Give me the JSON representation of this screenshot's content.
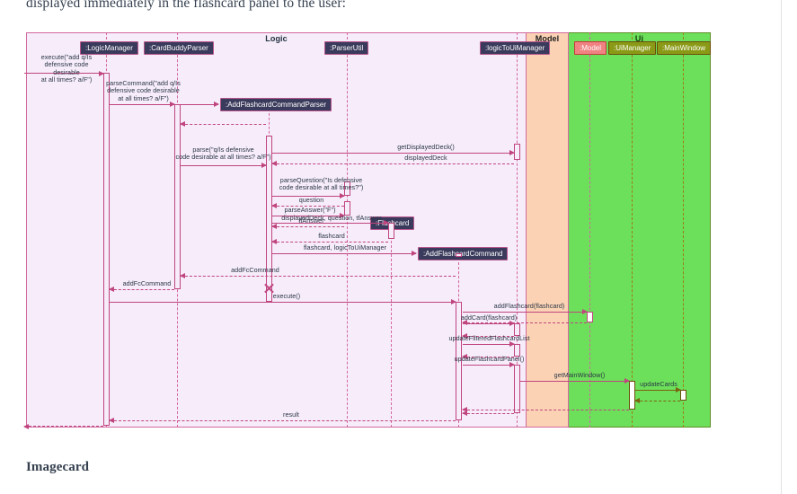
{
  "document": {
    "lead_text": "displayed immediately in the flashcard panel to the user:",
    "caption": "Imagecard"
  },
  "diagram": {
    "type": "uml-sequence-diagram",
    "packages": [
      {
        "name": "Logic",
        "label": "Logic",
        "color": "#f6ecfa",
        "border": "#d26a9e"
      },
      {
        "name": "Model",
        "label": "Model",
        "color": "#fbd3b4",
        "border": "#d26a9e"
      },
      {
        "name": "Ui",
        "label": "Ui",
        "color": "#6ce05a",
        "border": "#5f8f2a"
      }
    ],
    "participants": [
      {
        "id": "logicmanager",
        "label": ":LogicManager",
        "package": "Logic",
        "style": "logic"
      },
      {
        "id": "cardbuddyparser",
        "label": ":CardBuddyParser",
        "package": "Logic",
        "style": "logic"
      },
      {
        "id": "addflashcardcommandparser",
        "label": ":AddFlashcardCommandParser",
        "package": "Logic",
        "style": "logic"
      },
      {
        "id": "parserutil",
        "label": ":ParserUtil",
        "package": "Logic",
        "style": "logic"
      },
      {
        "id": "flashcard",
        "label": ":Flashcard",
        "package": "Logic",
        "style": "logic"
      },
      {
        "id": "addflashcardcommand",
        "label": ":AddFlashcardCommand",
        "package": "Logic",
        "style": "logic"
      },
      {
        "id": "logictouimanager",
        "label": ":logicToUiManager",
        "package": "Logic",
        "style": "logic"
      },
      {
        "id": "model",
        "label": ":Model",
        "package": "Model",
        "style": "model"
      },
      {
        "id": "uimanager",
        "label": ":UiManager",
        "package": "Ui",
        "style": "ui"
      },
      {
        "id": "mainwindow",
        "label": ":MainWindow",
        "package": "Ui",
        "style": "ui"
      }
    ],
    "messages": [
      {
        "id": "m1",
        "label": "execute(\"add q/Is\ndefensive code desirable\nat all times? a/F\")",
        "kind": "call",
        "from": "actor",
        "to": "logicmanager"
      },
      {
        "id": "m2",
        "label": "parseCommand(\"add q/Is\ndefensive code desirable\nat all times? a/F\")",
        "kind": "call",
        "from": "logicmanager",
        "to": "cardbuddyparser"
      },
      {
        "id": "m3",
        "label": "",
        "kind": "create",
        "from": "cardbuddyparser",
        "to": "addflashcardcommandparser"
      },
      {
        "id": "m4",
        "label": "",
        "kind": "return",
        "from": "addflashcardcommandparser",
        "to": "cardbuddyparser"
      },
      {
        "id": "m5",
        "label": "parse(\"q/Is defensive\ncode desirable at all times? a/F\")",
        "kind": "call",
        "from": "cardbuddyparser",
        "to": "addflashcardcommandparser"
      },
      {
        "id": "m6",
        "label": "getDisplayedDeck()",
        "kind": "call",
        "from": "addflashcardcommandparser",
        "to": "logictouimanager"
      },
      {
        "id": "m7",
        "label": "displayedDeck",
        "kind": "return",
        "from": "logictouimanager",
        "to": "addflashcardcommandparser"
      },
      {
        "id": "m8",
        "label": "parseQuestion(\"Is defensive\ncode desirable at all times?\")",
        "kind": "call",
        "from": "addflashcardcommandparser",
        "to": "parserutil"
      },
      {
        "id": "m9",
        "label": "question",
        "kind": "return",
        "from": "parserutil",
        "to": "addflashcardcommandparser"
      },
      {
        "id": "m10",
        "label": "parseAnswer(\"F\")",
        "kind": "call",
        "from": "addflashcardcommandparser",
        "to": "parserutil"
      },
      {
        "id": "m11",
        "label": "tfAnswer",
        "kind": "return",
        "from": "parserutil",
        "to": "addflashcardcommandparser"
      },
      {
        "id": "m12",
        "label": "displayedDeck, question, tfAnswer",
        "kind": "create",
        "from": "addflashcardcommandparser",
        "to": "flashcard"
      },
      {
        "id": "m13",
        "label": "flashcard",
        "kind": "return",
        "from": "flashcard",
        "to": "addflashcardcommandparser"
      },
      {
        "id": "m14",
        "label": "flashcard, logicToUiManager",
        "kind": "create",
        "from": "addflashcardcommandparser",
        "to": "addflashcardcommand"
      },
      {
        "id": "m15",
        "label": "addFcCommand",
        "kind": "return",
        "from": "addflashcardcommand",
        "to": "cardbuddyparser"
      },
      {
        "id": "m16",
        "label": "addFcCommand",
        "kind": "return",
        "from": "cardbuddyparser",
        "to": "logicmanager"
      },
      {
        "id": "m17",
        "label": "execute()",
        "kind": "call",
        "from": "logicmanager",
        "to": "addflashcardcommand"
      },
      {
        "id": "m18",
        "label": "addFlashcard(flashcard)",
        "kind": "call",
        "from": "addflashcardcommand",
        "to": "model"
      },
      {
        "id": "m19",
        "label": "",
        "kind": "return",
        "from": "model",
        "to": "addflashcardcommand"
      },
      {
        "id": "m20",
        "label": "addCard(flashcard)",
        "kind": "call",
        "from": "addflashcardcommand",
        "to": "logictouimanager"
      },
      {
        "id": "m21",
        "label": "",
        "kind": "return",
        "from": "logictouimanager",
        "to": "addflashcardcommand"
      },
      {
        "id": "m22",
        "label": "updateFilteredFlashcardList",
        "kind": "call",
        "from": "addflashcardcommand",
        "to": "logictouimanager"
      },
      {
        "id": "m23",
        "label": "",
        "kind": "return",
        "from": "logictouimanager",
        "to": "addflashcardcommand"
      },
      {
        "id": "m24",
        "label": "updateFlashcardPanel()",
        "kind": "call",
        "from": "addflashcardcommand",
        "to": "logictouimanager"
      },
      {
        "id": "m25",
        "label": "getMainWindow()",
        "kind": "call",
        "from": "logictouimanager",
        "to": "uimanager"
      },
      {
        "id": "m26",
        "label": "updateCards",
        "kind": "call",
        "from": "uimanager",
        "to": "mainwindow"
      },
      {
        "id": "m27",
        "label": "",
        "kind": "return",
        "from": "mainwindow",
        "to": "uimanager"
      },
      {
        "id": "m28",
        "label": "",
        "kind": "return",
        "from": "uimanager",
        "to": "addflashcardcommand"
      },
      {
        "id": "m29",
        "label": "",
        "kind": "return",
        "from": "logictouimanager",
        "to": "addflashcardcommand"
      },
      {
        "id": "m30",
        "label": "result",
        "kind": "return",
        "from": "addflashcardcommand",
        "to": "logicmanager"
      },
      {
        "id": "m31",
        "label": "",
        "kind": "return",
        "from": "logicmanager",
        "to": "actor"
      }
    ],
    "destroyed": [
      "addflashcardcommandparser"
    ]
  }
}
